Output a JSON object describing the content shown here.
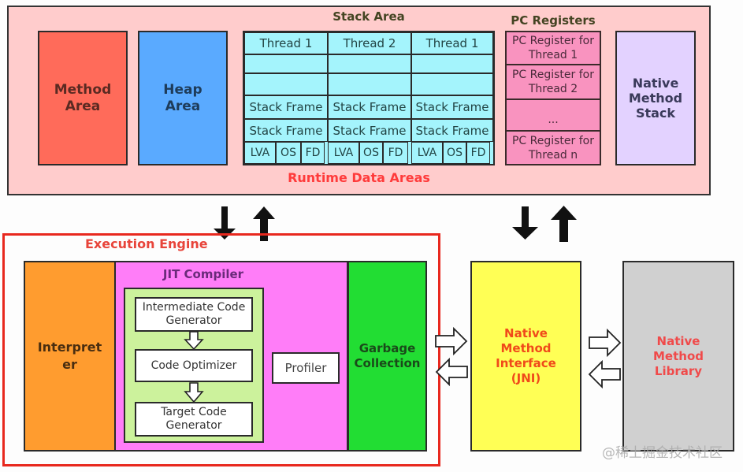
{
  "runtime_data_areas": {
    "label": "Runtime Data Areas",
    "method_area": [
      "Method",
      "Area"
    ],
    "heap_area": [
      "Heap",
      "Area"
    ],
    "stack_area": {
      "title": "Stack Area",
      "threads": [
        "Thread 1",
        "Thread 2",
        "Thread 1"
      ],
      "frame_label": "Stack Frame",
      "frame_parts": [
        "LVA",
        "OS",
        "FD"
      ]
    },
    "pc_registers": {
      "title": "PC Registers",
      "items": [
        [
          "PC Register for",
          "Thread 1"
        ],
        [
          "PC Register for",
          "Thread 2"
        ],
        [
          "..."
        ],
        [
          "PC Register for",
          "Thread n"
        ]
      ]
    },
    "native_method_stack": [
      "Native",
      "Method",
      "Stack"
    ]
  },
  "execution_engine": {
    "label": "Execution Engine",
    "interpreter": [
      "Interpret",
      "er"
    ],
    "jit_compiler": {
      "title": "JIT Compiler",
      "stages": [
        [
          "Intermediate Code",
          "Generator"
        ],
        [
          "Code Optimizer"
        ],
        [
          "Target Code",
          "Generator"
        ]
      ],
      "profiler": "Profiler"
    },
    "garbage_collection": [
      "Garbage",
      "Collection"
    ]
  },
  "native_method_interface": [
    "Native",
    "Method",
    "Interface",
    "(JNI)"
  ],
  "native_method_library": [
    "Native",
    "Method",
    "Library"
  ],
  "watermark": "@稀土掘金技术社区",
  "colors": {
    "runtime_bg": "#ffcccc",
    "method_area": "#ff6b5a",
    "heap_area": "#5aaaff",
    "stack_cell": "#a4f4fc",
    "pc_register": "#f993bf",
    "native_stack": "#e3d2ff",
    "interpreter": "#ff9c2f",
    "jit": "#ff7df8",
    "jit_inner": "#ccf29c",
    "gc": "#22dd33",
    "jni": "#ffff55",
    "native_library": "#d0d0d0",
    "engine_border": "#e8281e"
  }
}
